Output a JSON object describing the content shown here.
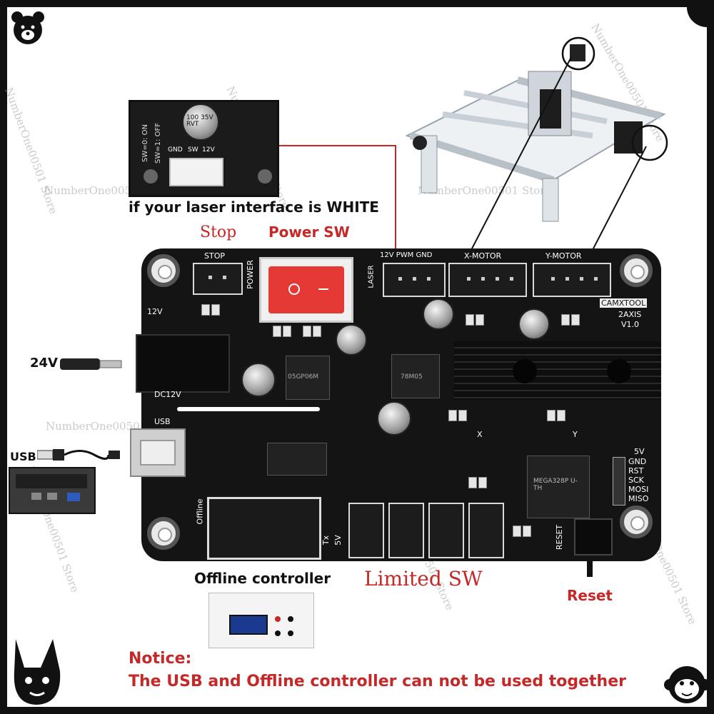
{
  "labels": {
    "laser_interface_note": "if your laser interface is WHITE",
    "stop": "Stop",
    "power_sw": "Power SW",
    "voltage_24v": "24V",
    "usb": "USB",
    "offline_controller": "Offline controller",
    "limited_sw": "Limited SW",
    "reset": "Reset",
    "notice_title": "Notice:",
    "notice_text": "The USB and Offline controller can not be used together"
  },
  "inset_photo": {
    "sw_line1": "SW=0: ON",
    "sw_line2": "SW=1: OFF",
    "cap_label": "100 35V RVT",
    "pins": [
      "GND",
      "SW",
      "12V"
    ]
  },
  "board_silk": {
    "stop": "STOP",
    "power": "POWER",
    "pwm_header": "12V PWM GND",
    "laser": "LASER",
    "x_motor": "X-MOTOR",
    "y_motor": "Y-MOTOR",
    "brand": "CAMXTOOL",
    "model": "2AXIS",
    "version": "V1.0",
    "v12": "12V",
    "dc12v": "DC12V",
    "usb": "USB",
    "offline": "Offline",
    "reset": "RESET",
    "v5": "5V",
    "isp_pins": [
      "GND",
      "RST",
      "SCK",
      "MOSI",
      "MISO"
    ],
    "mcu": "MEGA328P U-TH",
    "mosfet": "05GP06M",
    "regulator": "78M05",
    "tx": "Tx",
    "v5b": "5V",
    "x": "X",
    "y": "Y"
  },
  "watermark": "NumberOne00501 Store",
  "colors": {
    "accent_red": "#c62828",
    "board": "#141414",
    "frame": "#111111",
    "switch_red": "#e53935"
  }
}
